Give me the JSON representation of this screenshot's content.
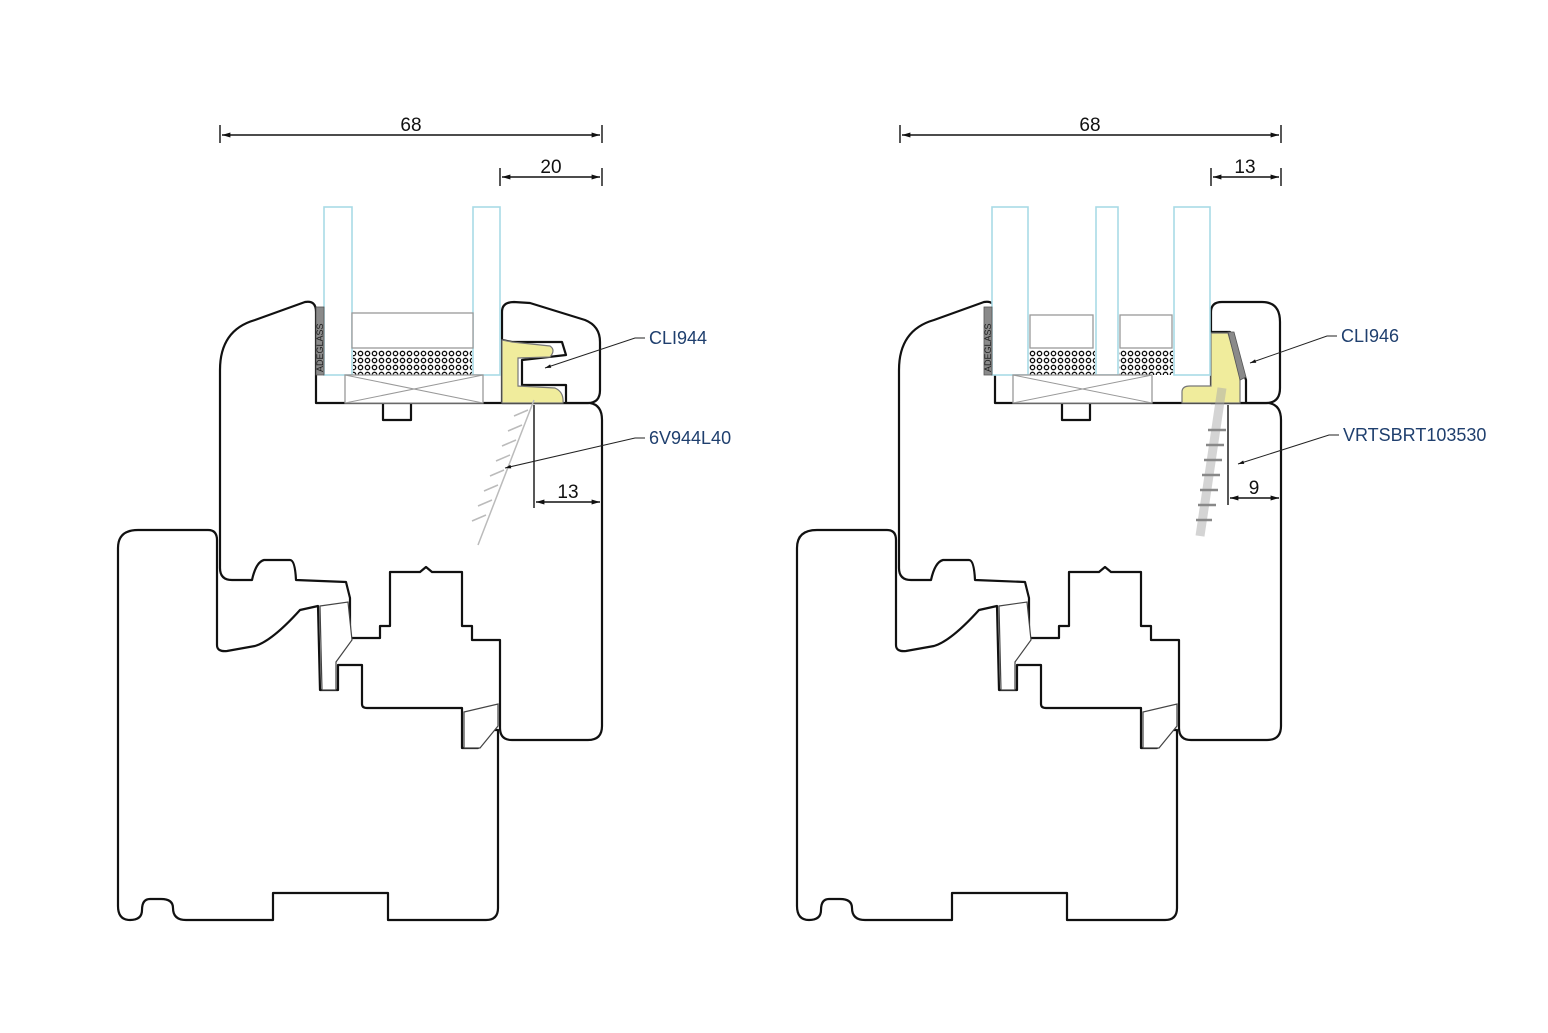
{
  "left_section": {
    "overall_width": "68",
    "bead_width": "20",
    "screw_offset": "13",
    "clip_label": "CLI944",
    "screw_label": "6V944L40",
    "tape_label": "ADEGLASS"
  },
  "right_section": {
    "overall_width": "68",
    "bead_width": "13",
    "screw_offset": "9",
    "clip_label": "CLI946",
    "screw_label": "VRTSBRT103530",
    "tape_label": "ADEGLASS"
  },
  "colors": {
    "clip": "#f0ec9c",
    "label": "#1f3f6e",
    "glass": "#a9dbe6"
  }
}
